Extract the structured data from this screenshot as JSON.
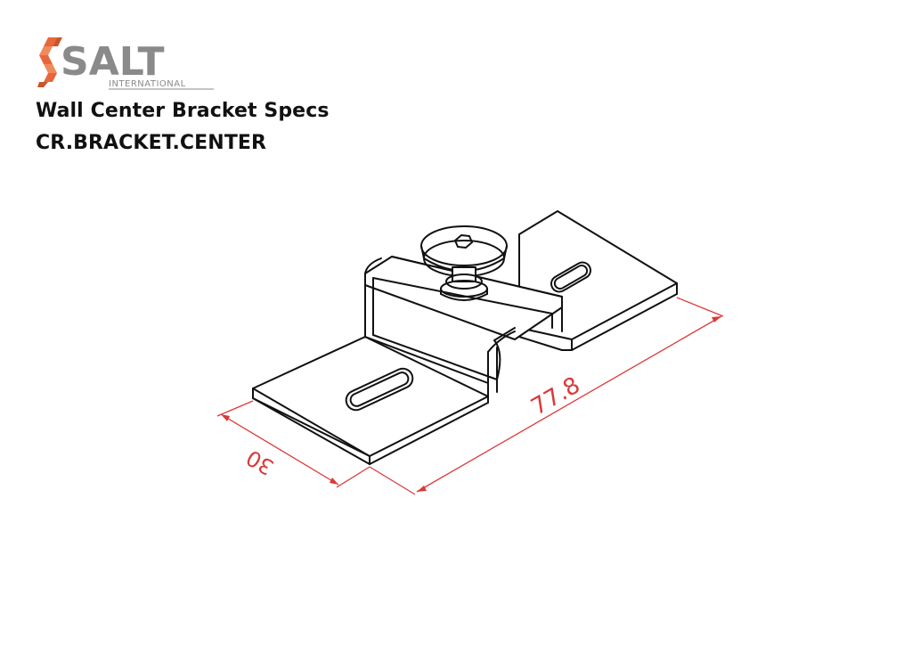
{
  "logo": {
    "wordmark": "SALT",
    "subtitle": "INTERNATIONAL",
    "brand_orange": "#E8673A",
    "brand_gray": "#8A8A8A"
  },
  "header": {
    "title": "Wall Center Bracket Specs",
    "part_code": "CR.BRACKET.CENTER"
  },
  "drawing": {
    "dimension_color": "#D93A3A",
    "line_color": "#111111",
    "dimensions": {
      "width": "30",
      "length": "77.8"
    }
  }
}
